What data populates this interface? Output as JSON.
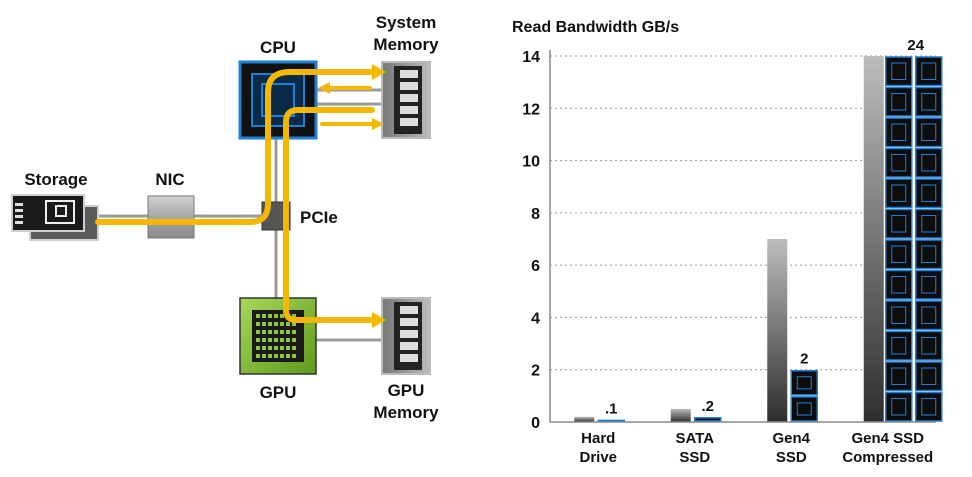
{
  "diagram": {
    "labels": {
      "storage": "Storage",
      "nic": "NIC",
      "pcie": "PCIe",
      "cpu": "CPU",
      "system_memory_line1": "System",
      "system_memory_line2": "Memory",
      "gpu": "GPU",
      "gpu_memory_line1": "GPU",
      "gpu_memory_line2": "Memory"
    },
    "colors": {
      "path": "#f5b800",
      "cpu": "#1e7fd6",
      "gpu": "#8cc63f"
    },
    "icons": {
      "storage": "storage-drive-icon",
      "nic": "nic-card-icon",
      "pcie": "pcie-switch-icon",
      "cpu": "cpu-chip-icon",
      "gpu": "gpu-chip-icon",
      "memory": "memory-module-icon"
    }
  },
  "chart_data": {
    "type": "bar",
    "title": "Read Bandwidth GB/s",
    "categories": [
      [
        "Hard",
        "Drive"
      ],
      [
        "SATA",
        "SSD"
      ],
      [
        "Gen4",
        "SSD"
      ],
      [
        "Gen4 SSD",
        "Compressed"
      ]
    ],
    "series": [
      {
        "values": [
          0.2,
          0.5,
          7,
          14
        ],
        "color": "#555555"
      },
      {
        "values": [
          0.1,
          0.2,
          2,
          24
        ],
        "color": "#1e7fd6"
      }
    ],
    "data_labels": [
      ".1",
      ".2",
      "2",
      "24"
    ],
    "ylim": [
      0,
      14
    ],
    "yticks": [
      0,
      2,
      4,
      6,
      8,
      10,
      12,
      14
    ],
    "grid": true
  }
}
